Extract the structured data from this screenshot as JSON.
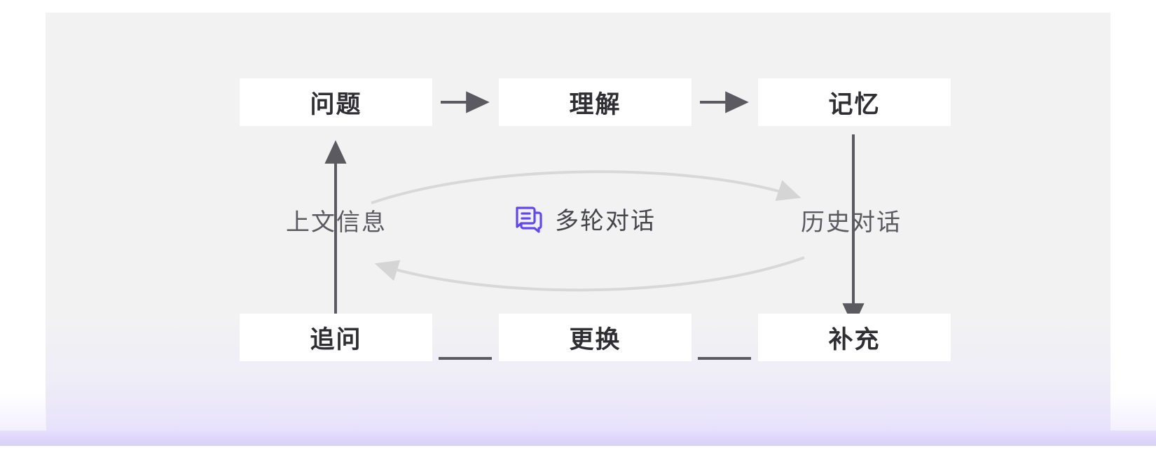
{
  "canvas": {
    "background_color": "#f2f2f2",
    "accent_color": "#6247f5",
    "box_fill": "#ffffff",
    "arrow_color": "#5a5a60",
    "soft_arrow_color": "#d8d8d8"
  },
  "diagram": {
    "title": "多轮对话",
    "center_badge": {
      "icon": "chat-bubbles-icon",
      "label": "多轮对话"
    },
    "top_row": [
      {
        "id": "question",
        "label": "问题"
      },
      {
        "id": "understand",
        "label": "理解"
      },
      {
        "id": "memory",
        "label": "记忆"
      }
    ],
    "middle_row": [
      {
        "id": "context",
        "label": "上文信息"
      },
      {
        "id": "history",
        "label": "历史对话"
      }
    ],
    "bottom_row": [
      {
        "id": "follow-up",
        "label": "追问"
      },
      {
        "id": "replace",
        "label": "更换"
      },
      {
        "id": "supplement",
        "label": "补充"
      }
    ],
    "connectors": [
      {
        "from": "问题",
        "to": "理解",
        "style": "arrow-right"
      },
      {
        "from": "理解",
        "to": "记忆",
        "style": "arrow-right"
      },
      {
        "from": "记忆",
        "to": "补充",
        "style": "arrow-down"
      },
      {
        "from": "追问",
        "to": "问题",
        "style": "arrow-up"
      },
      {
        "from": "追问",
        "to": "更换",
        "style": "line"
      },
      {
        "from": "更换",
        "to": "补充",
        "style": "line"
      },
      {
        "from": "上文信息",
        "to": "历史对话",
        "style": "curve-arrow-right"
      },
      {
        "from": "历史对话",
        "to": "上文信息",
        "style": "curve-arrow-left"
      }
    ]
  }
}
